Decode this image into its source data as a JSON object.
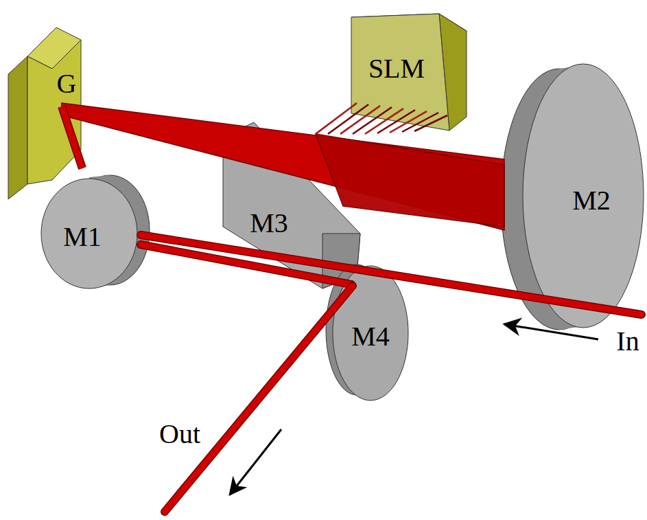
{
  "diagram": {
    "labels": [
      "G",
      "SLM",
      "M1",
      "M2",
      "M3",
      "M4",
      "In",
      "Out"
    ]
  }
}
